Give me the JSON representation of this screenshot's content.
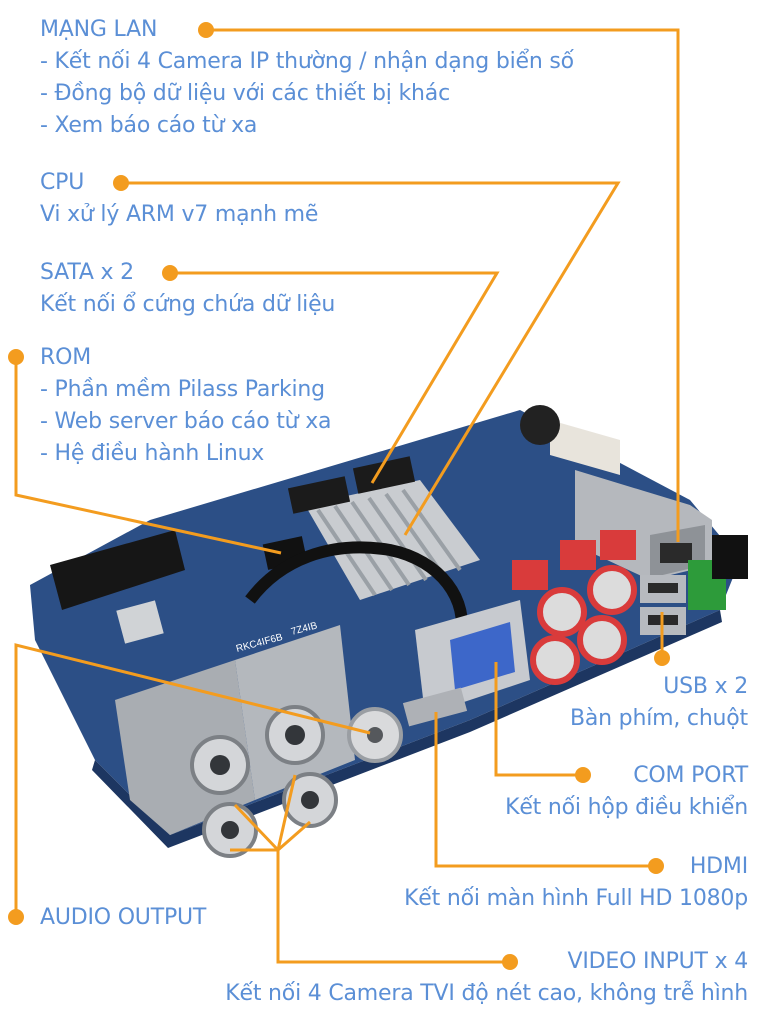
{
  "colors": {
    "accent": "#f39c1f",
    "text": "#5b8fd6",
    "pcb": "#2c4f86"
  },
  "callouts": [
    {
      "id": "lan",
      "title": "MẠNG LAN",
      "lines": [
        "- Kết nối 4 Camera IP thường / nhận dạng biển số",
        "- Đồng bộ dữ liệu với các thiết bị khác",
        "- Xem báo cáo từ xa"
      ]
    },
    {
      "id": "cpu",
      "title": "CPU",
      "lines": [
        "Vi xử lý ARM v7 mạnh mẽ"
      ]
    },
    {
      "id": "sata",
      "title": "SATA x 2",
      "lines": [
        "Kết nối ổ cứng chứa dữ liệu"
      ]
    },
    {
      "id": "rom",
      "title": "ROM",
      "lines": [
        "- Phần mềm Pilass Parking",
        "- Web server báo cáo từ xa",
        "- Hệ điều hành Linux"
      ]
    },
    {
      "id": "usb",
      "title": "USB x 2",
      "lines": [
        "Bàn phím, chuột"
      ]
    },
    {
      "id": "com",
      "title": "COM PORT",
      "lines": [
        "Kết nối hộp điều khiển"
      ]
    },
    {
      "id": "hdmi",
      "title": "HDMI",
      "lines": [
        "Kết nối màn hình Full HD 1080p"
      ]
    },
    {
      "id": "audio",
      "title": "AUDIO OUTPUT",
      "lines": []
    },
    {
      "id": "video",
      "title": "VIDEO INPUT x 4",
      "lines": [
        "Kết nối 4 Camera TVI độ nét cao, không trễ hình"
      ]
    }
  ],
  "board": {
    "chip_label": "RKC4IF6B",
    "chip_label_2": "7Z4IB"
  }
}
